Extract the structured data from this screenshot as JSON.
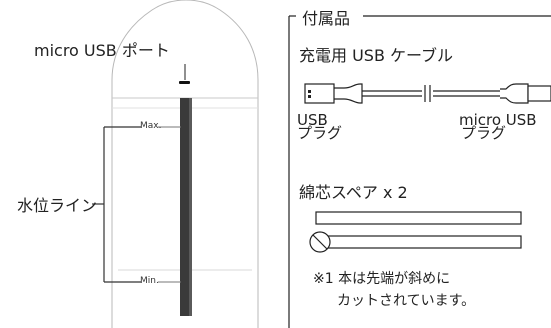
{
  "product": {
    "usb_port_label": "micro USB ポート",
    "max_label": "Max.",
    "min_label": "Min.",
    "water_level_label": "水位ライン"
  },
  "accessories": {
    "section_title": "付属品",
    "cable_title": "充電用 USB ケーブル",
    "usb_plug_line1": "USB",
    "usb_plug_line2": "プラグ",
    "micro_plug_line1": "micro USB",
    "micro_plug_line2": "プラグ",
    "wick_title": "綿芯スペア x 2",
    "note_line1": "※1 本は先端が斜めに",
    "note_line2": "カットされています。"
  }
}
